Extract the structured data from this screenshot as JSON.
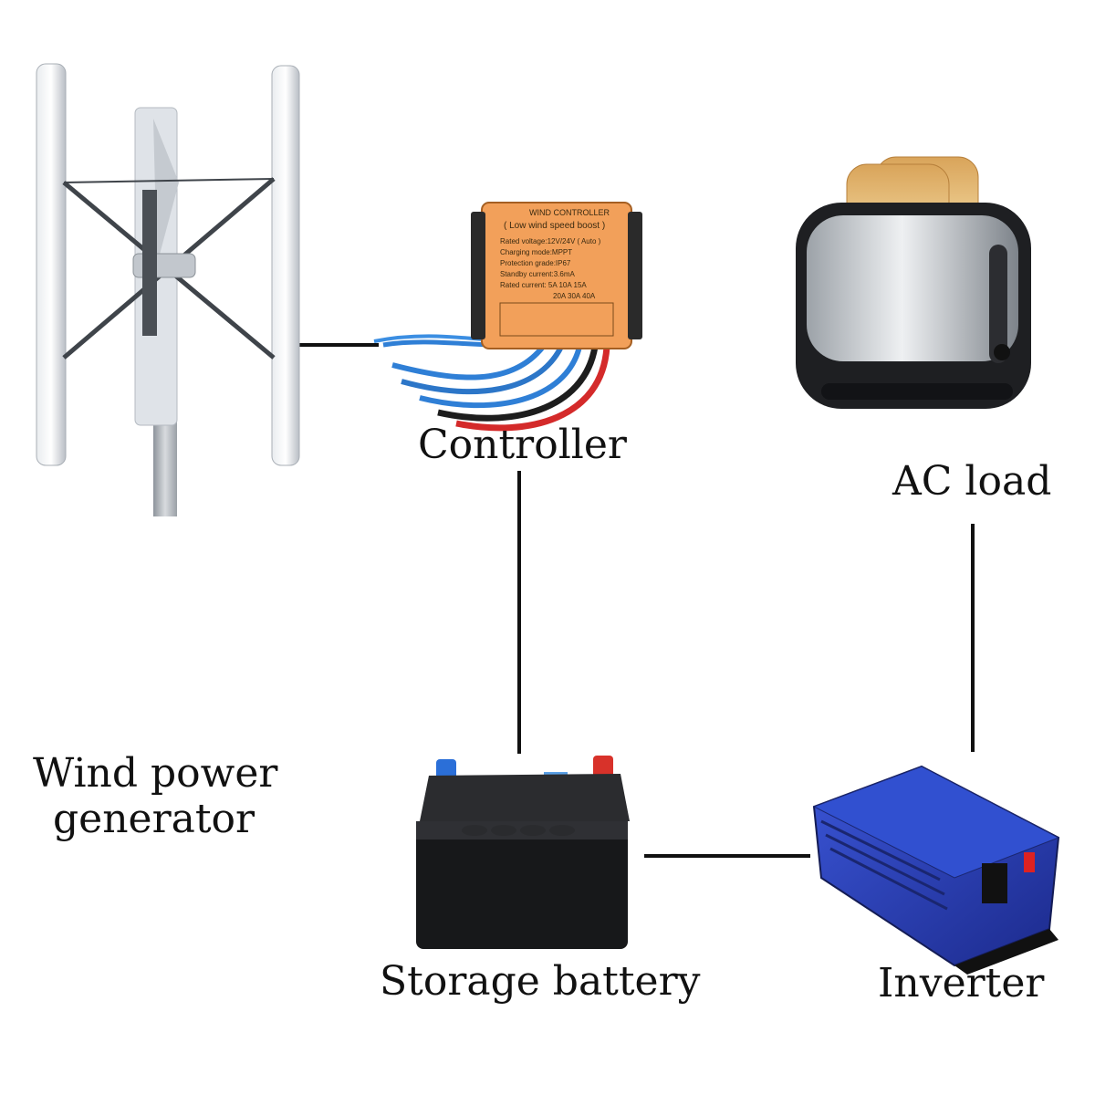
{
  "labels": {
    "controller": "Controller",
    "ac_load": "AC load",
    "wind_line1": "Wind power",
    "wind_line2": "generator",
    "battery": "Storage battery",
    "inverter": "Inverter"
  },
  "controller_panel": {
    "heading": "WIND CONTROLLER",
    "subheading": "( Low wind speed boost )",
    "spec_1": "Rated voltage:12V/24V ( Auto )",
    "spec_2": "Charging mode:MPPT",
    "spec_3": "Protection grade:IP67",
    "spec_4": "Standby current:3.6mA",
    "spec_5": "Rated current: 5A  10A  15A",
    "spec_6": "20A  30A  40A"
  },
  "colors": {
    "line": "#111111",
    "controller_orange": "#f2a05a",
    "wire_blue": "#2f7fd6",
    "wire_red": "#d42a2a",
    "inverter_blue": "#2c3fb4",
    "toaster_silver": "#c9ccd1"
  }
}
